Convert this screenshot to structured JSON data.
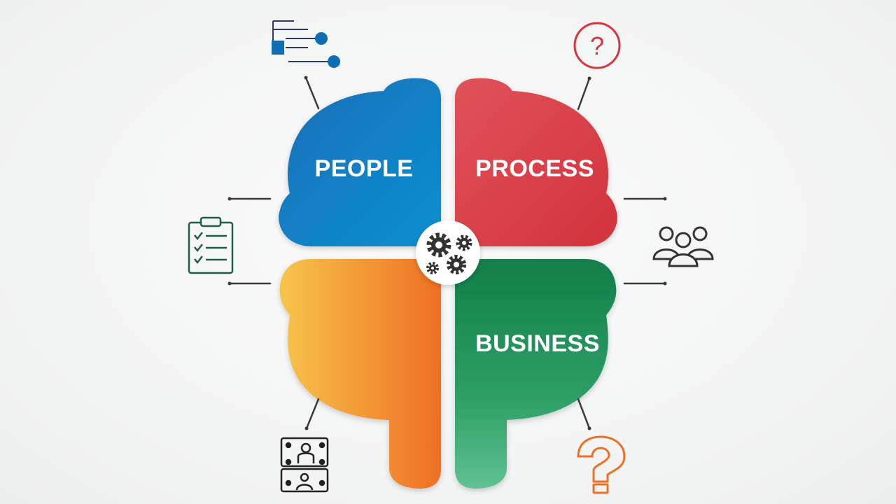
{
  "quadrants": {
    "people": {
      "label": "PEOPLE",
      "color": "#0f6db4"
    },
    "process": {
      "label": "PROCESS",
      "color": "#d8353f"
    },
    "unlabeled": {
      "label": "",
      "color": "#f08a28"
    },
    "business": {
      "label": "BUSINESS",
      "color": "#1f8b5a"
    }
  },
  "center": {
    "icon": "gears-icon"
  },
  "icons": {
    "top_left": "org-chart-icon",
    "top_right": "question-circle-icon",
    "left": "clipboard-checklist-icon",
    "right": "team-group-icon",
    "bottom_left": "meeting-board-icon",
    "bottom_right": "question-mark-icon"
  }
}
